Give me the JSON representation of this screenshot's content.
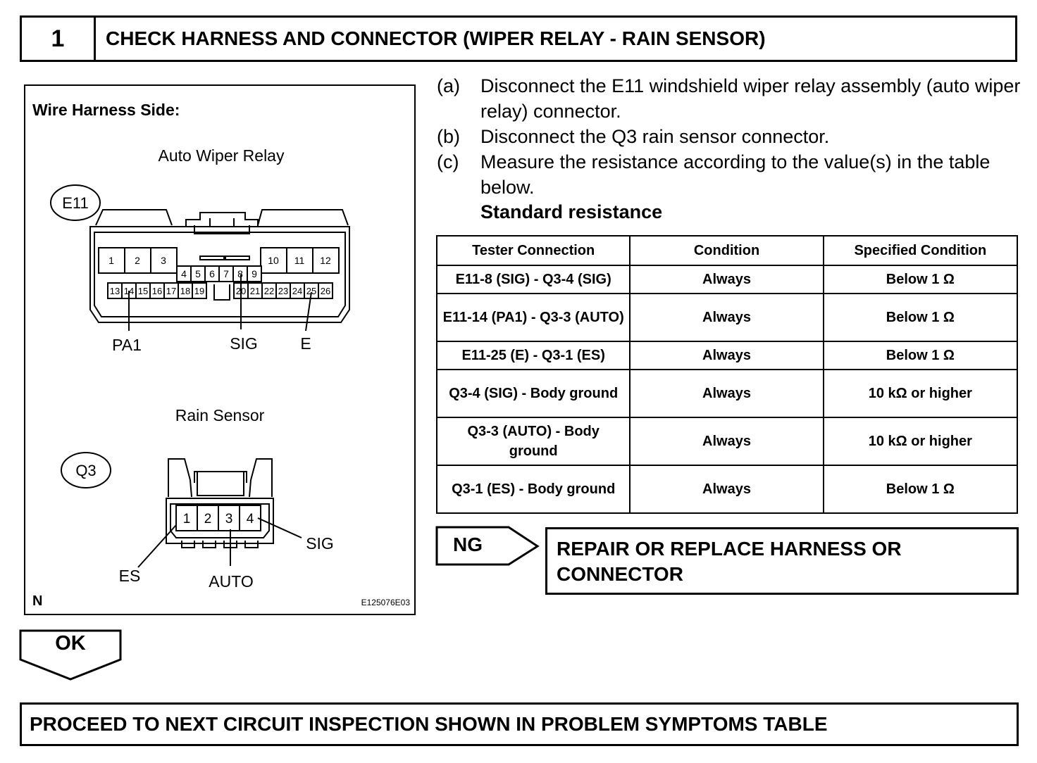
{
  "step": {
    "number": "1",
    "title": "CHECK HARNESS AND CONNECTOR (WIPER RELAY - RAIN SENSOR)"
  },
  "diagram": {
    "heading": "Wire Harness Side:",
    "relay_title": "Auto Wiper Relay",
    "relay_connector_id": "E11",
    "relay_pins_top_left": [
      "1",
      "2",
      "3"
    ],
    "relay_pins_middle": [
      "4",
      "5",
      "6",
      "7",
      "8",
      "9"
    ],
    "relay_pins_top_right": [
      "10",
      "11",
      "12"
    ],
    "relay_pins_bottom_left": [
      "13",
      "14",
      "15",
      "16",
      "17",
      "18",
      "19"
    ],
    "relay_pins_bottom_right": [
      "20",
      "21",
      "22",
      "23",
      "24",
      "25",
      "26"
    ],
    "relay_callouts": [
      "PA1",
      "SIG",
      "E"
    ],
    "sensor_title": "Rain Sensor",
    "sensor_connector_id": "Q3",
    "sensor_pins": [
      "1",
      "2",
      "3",
      "4"
    ],
    "sensor_callouts": [
      "ES",
      "AUTO",
      "SIG"
    ],
    "corner_letter": "N",
    "figure_code": "E125076E03"
  },
  "instructions": [
    {
      "label": "(a)",
      "text": "Disconnect the E11 windshield wiper relay assembly (auto wiper relay) connector."
    },
    {
      "label": "(b)",
      "text": "Disconnect the Q3 rain sensor connector."
    },
    {
      "label": "(c)",
      "text": "Measure the resistance according to the value(s) in the table below."
    }
  ],
  "standard_resistance_label": "Standard resistance",
  "table": {
    "headers": [
      "Tester Connection",
      "Condition",
      "Specified Condition"
    ],
    "rows": [
      [
        "E11-8 (SIG) - Q3-4 (SIG)",
        "Always",
        "Below 1 Ω"
      ],
      [
        "E11-14 (PA1) - Q3-3 (AUTO)",
        "Always",
        "Below 1 Ω"
      ],
      [
        "E11-25 (E) - Q3-1 (ES)",
        "Always",
        "Below 1 Ω"
      ],
      [
        "Q3-4 (SIG) - Body ground",
        "Always",
        "10 kΩ or higher"
      ],
      [
        "Q3-3 (AUTO) - Body ground",
        "Always",
        "10 kΩ or higher"
      ],
      [
        "Q3-1 (ES) - Body ground",
        "Always",
        "Below 1 Ω"
      ]
    ]
  },
  "ng": {
    "label": "NG",
    "action": "REPAIR OR REPLACE HARNESS OR CONNECTOR"
  },
  "ok": {
    "label": "OK"
  },
  "proceed": "PROCEED TO NEXT CIRCUIT INSPECTION SHOWN IN PROBLEM SYMPTOMS TABLE"
}
